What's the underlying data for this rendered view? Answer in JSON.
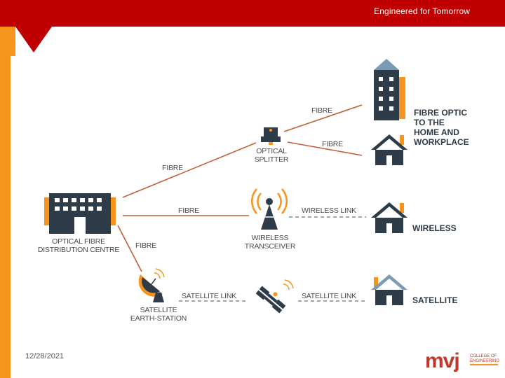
{
  "header": {
    "title": "Engineered for Tomorrow"
  },
  "diagram": {
    "centre_label": [
      "OPTICAL FIBRE",
      "DISTRIBUTION CENTRE"
    ],
    "splitter_label": [
      "OPTICAL",
      "SPLITTER"
    ],
    "transceiver_label": [
      "WIRELESS",
      "TRANSCEIVER"
    ],
    "earth_station_label": [
      "SATELLITE",
      "EARTH-STATION"
    ],
    "links": {
      "fibre_to_splitter": "FIBRE",
      "fibre_to_transceiver": "FIBRE",
      "fibre_to_earth_station": "FIBRE",
      "fibre_to_building": "FIBRE",
      "fibre_to_home": "FIBRE",
      "wireless_link": "WIRELESS LINK",
      "satellite_link_up": "SATELLITE LINK",
      "satellite_link_down": "SATELLITE LINK"
    },
    "destinations": {
      "fibre_home": [
        "FIBRE OPTIC",
        "TO THE",
        "HOME AND",
        "WORKPLACE"
      ],
      "wireless": "WIRELESS",
      "satellite": "SATELLITE"
    }
  },
  "footer": {
    "date": "12/28/2021",
    "logo_text": "mvj",
    "logo_sub": [
      "COLLEGE OF",
      "ENGINEERING"
    ]
  },
  "colors": {
    "header": "#c00000",
    "accent_orange": "#f7941d",
    "icon_dark": "#2e3b48",
    "fibre_line": "#c0603a",
    "wireless_line": "#7a8a99"
  }
}
